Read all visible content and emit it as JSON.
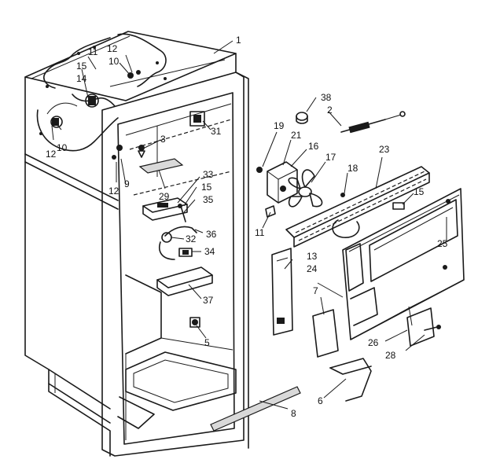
{
  "callouts": [
    {
      "id": "c1",
      "label": "1"
    },
    {
      "id": "c12a",
      "label": "12"
    },
    {
      "id": "c10a",
      "label": "10"
    },
    {
      "id": "c11a",
      "label": "11"
    },
    {
      "id": "c15a",
      "label": "15"
    },
    {
      "id": "c14",
      "label": "14"
    },
    {
      "id": "c10b",
      "label": "10"
    },
    {
      "id": "c12b",
      "label": "12"
    },
    {
      "id": "c3",
      "label": "3"
    },
    {
      "id": "c31",
      "label": "31"
    },
    {
      "id": "c9",
      "label": "9"
    },
    {
      "id": "c12c",
      "label": "12"
    },
    {
      "id": "c29",
      "label": "29"
    },
    {
      "id": "c33",
      "label": "33"
    },
    {
      "id": "c15b",
      "label": "15"
    },
    {
      "id": "c35",
      "label": "35"
    },
    {
      "id": "c36",
      "label": "36"
    },
    {
      "id": "c32",
      "label": "32"
    },
    {
      "id": "c34",
      "label": "34"
    },
    {
      "id": "c37",
      "label": "37"
    },
    {
      "id": "c5",
      "label": "5"
    },
    {
      "id": "c38",
      "label": "38"
    },
    {
      "id": "c2",
      "label": "2"
    },
    {
      "id": "c19",
      "label": "19"
    },
    {
      "id": "c21",
      "label": "21"
    },
    {
      "id": "c16",
      "label": "16"
    },
    {
      "id": "c17",
      "label": "17"
    },
    {
      "id": "c18",
      "label": "18"
    },
    {
      "id": "c23",
      "label": "23"
    },
    {
      "id": "c15c",
      "label": "15"
    },
    {
      "id": "c11b",
      "label": "11"
    },
    {
      "id": "c25",
      "label": "25"
    },
    {
      "id": "c13",
      "label": "13"
    },
    {
      "id": "c24",
      "label": "24"
    },
    {
      "id": "c7",
      "label": "7"
    },
    {
      "id": "c26",
      "label": "26"
    },
    {
      "id": "c28",
      "label": "28"
    },
    {
      "id": "c6",
      "label": "6"
    },
    {
      "id": "c8",
      "label": "8"
    }
  ]
}
